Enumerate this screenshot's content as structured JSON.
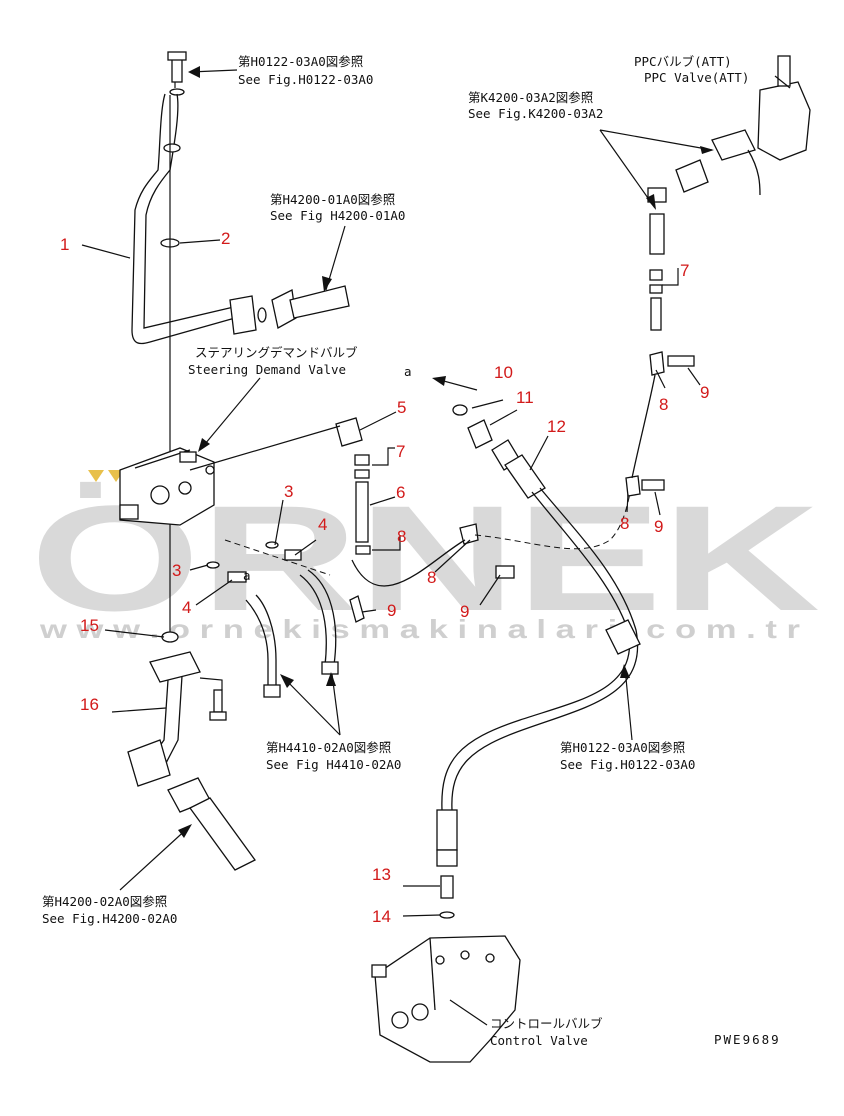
{
  "watermark": {
    "brand": "ÖRNEK",
    "url": "w w w . o r n e k i s m a k i n a l a r i . c o m . t r"
  },
  "references": {
    "bolt_top": {
      "jp": "第H0122-03A0図参照",
      "en": "See Fig.H0122-03A0"
    },
    "ppc_valve": {
      "jp": "PPCバルブ(ATT)",
      "en": "PPC Valve(ATT)"
    },
    "ppc_ref": {
      "jp": "第K4200-03A2図参照",
      "en": "See Fig.K4200-03A2"
    },
    "hose_h4200_01": {
      "jp": "第H4200-01A0図参照",
      "en": "See Fig H4200-01A0"
    },
    "steering_valve": {
      "jp": "ステアリングデマンドバルブ",
      "en": "Steering Demand Valve"
    },
    "hose_h4410": {
      "jp": "第H4410-02A0図参照",
      "en": "See Fig H4410-02A0"
    },
    "clamp_h0122": {
      "jp": "第H0122-03A0図参照",
      "en": "See Fig.H0122-03A0"
    },
    "hose_h4200_02": {
      "jp": "第H4200-02A0図参照",
      "en": "See Fig.H4200-02A0"
    },
    "control_valve": {
      "jp": "コントロールバルブ",
      "en": "Control Valve"
    }
  },
  "connector_labels": {
    "a1": "a",
    "a2": "a"
  },
  "part_numbers": {
    "p1": "1",
    "p2": "2",
    "p3a": "3",
    "p3b": "3",
    "p4a": "4",
    "p4b": "4",
    "p5": "5",
    "p6": "6",
    "p7a": "7",
    "p7b": "7",
    "p8a": "8",
    "p8b": "8",
    "p8c": "8",
    "p8d": "8",
    "p9a": "9",
    "p9b": "9",
    "p9c": "9",
    "p9d": "9",
    "p10": "10",
    "p11": "11",
    "p12": "12",
    "p13": "13",
    "p14": "14",
    "p15": "15",
    "p16": "16"
  },
  "drawing_code": "PWE9689"
}
